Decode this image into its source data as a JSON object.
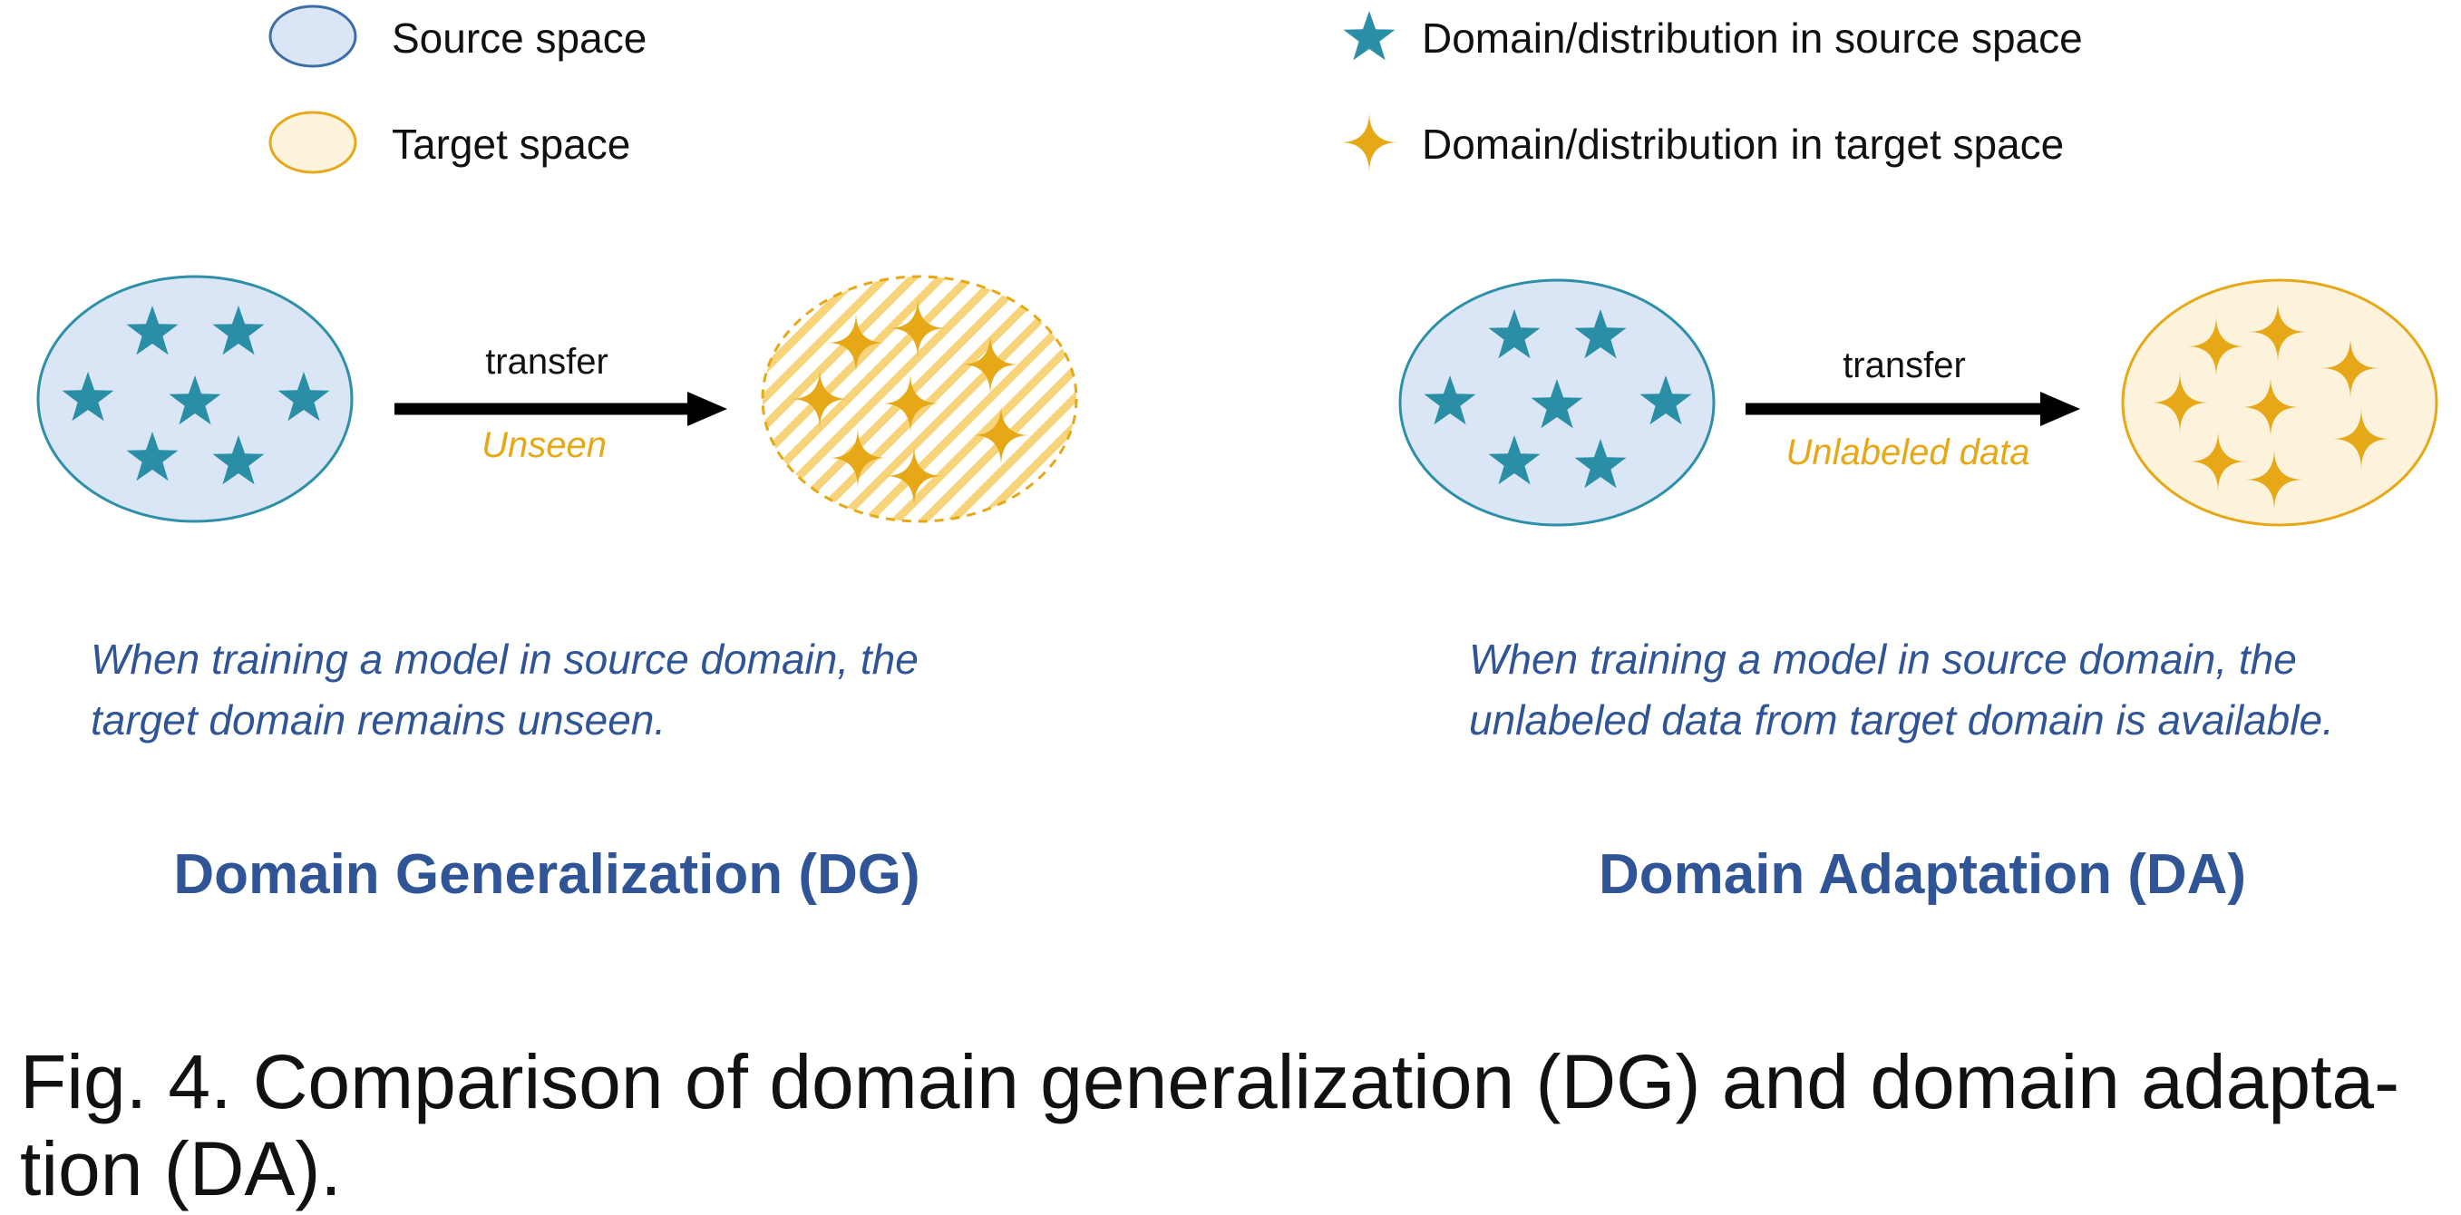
{
  "legend": {
    "source_space": "Source space",
    "target_space": "Target space",
    "source_domain": "Domain/distribution in source space",
    "target_domain": "Domain/distribution in target space"
  },
  "dg": {
    "transfer_label": "transfer",
    "arrow_sublabel": "Unseen",
    "description": [
      "When training a model in source domain, the",
      "target domain remains unseen."
    ],
    "title": "Domain Generalization (DG)"
  },
  "da": {
    "transfer_label": "transfer",
    "arrow_sublabel": "Unlabeled data",
    "description": [
      "When training a model in source domain, the",
      "unlabeled data from target domain is available."
    ],
    "title": "Domain Adaptation (DA)"
  },
  "caption": [
    "Fig. 4. Comparison of domain generalization (DG) and domain adapta-",
    "tion (DA)."
  ],
  "colors": {
    "source_fill": "#DAE6F6",
    "source_stroke": "#2E8FA8",
    "target_fill": "#FDF2DC",
    "target_stroke": "#E6A817",
    "star_teal": "#2A8FA6",
    "sparkle_gold": "#E6A817",
    "text_blue": "#2F5597",
    "arrow": "#000000"
  },
  "icons": {
    "source_marker": "five-point-star",
    "target_marker": "four-point-sparkle"
  }
}
